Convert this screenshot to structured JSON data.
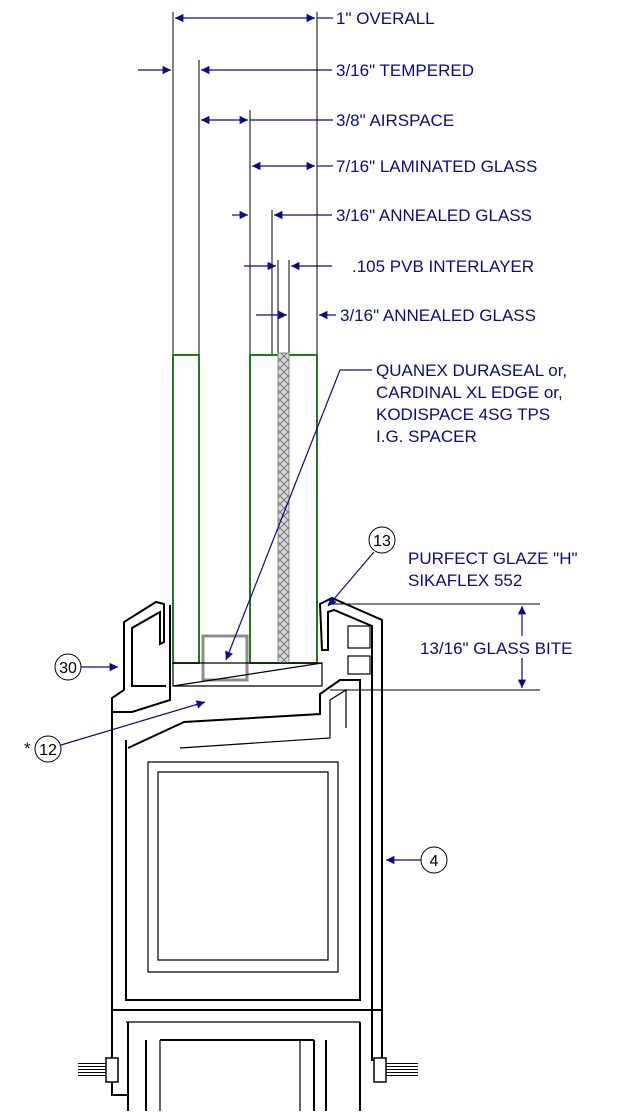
{
  "dimensions": {
    "overall": "1\" OVERALL",
    "tempered": "3/16\"  TEMPERED",
    "airspace": "3/8\"  AIRSPACE",
    "laminated": "7/16\"  LAMINATED GLASS",
    "annealed_top": "3/16\"  ANNEALED GLASS",
    "pvb": ".105 PVB INTERLAYER",
    "annealed_bottom": "3/16\"  ANNEALED GLASS",
    "glass_bite": "13/16\"  GLASS BITE"
  },
  "spacer_note": [
    "QUANEX DURASEAL or,",
    "CARDINAL XL EDGE or,",
    "KODISPACE 4SG TPS",
    "I.G. SPACER"
  ],
  "sealant_note": [
    "PURFECT GLAZE \"H\"",
    "SIKAFLEX 552"
  ],
  "callouts": {
    "c13": "13",
    "c30": "30",
    "c12": "12",
    "c4": "4",
    "asterisk": "*"
  },
  "colors": {
    "dimension": "#0a0a8a",
    "glass_edge": "#1f7a1f",
    "profile": "#000000"
  }
}
